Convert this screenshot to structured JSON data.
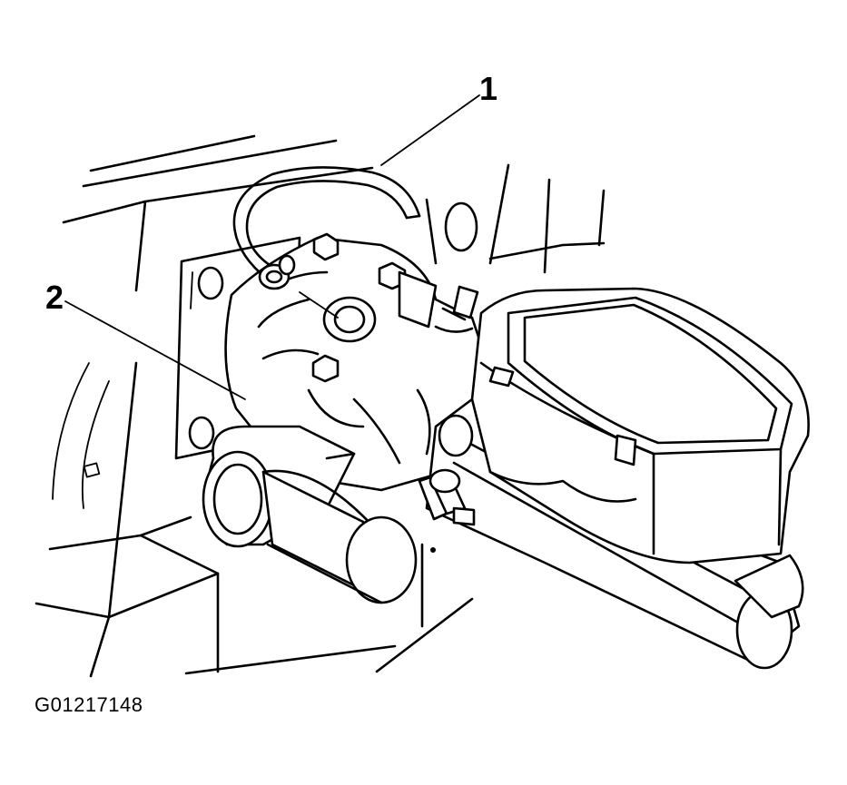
{
  "callouts": [
    {
      "label": "1"
    },
    {
      "label": "2"
    }
  ],
  "figure_id": "G01217148"
}
